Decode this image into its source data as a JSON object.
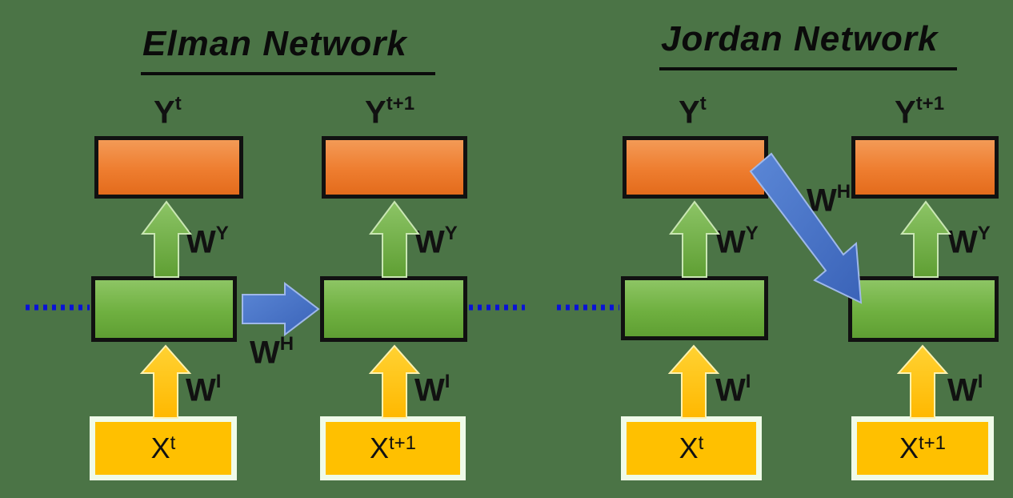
{
  "elman": {
    "title": "Elman Network",
    "out_left": {
      "label": "Y",
      "sup": "t"
    },
    "out_right": {
      "label": "Y",
      "sup": "t+1"
    },
    "w_up_left": {
      "label": "W",
      "sup": "Y"
    },
    "w_up_right": {
      "label": "W",
      "sup": "Y"
    },
    "w_recur": {
      "label": "W",
      "sup": "H"
    },
    "w_in_left": {
      "label": "W",
      "sup": "I"
    },
    "w_in_right": {
      "label": "W",
      "sup": "I"
    },
    "in_left": {
      "label": "X",
      "sup": "t"
    },
    "in_right": {
      "label": "X",
      "sup": "t+1"
    }
  },
  "jordan": {
    "title": "Jordan Network",
    "out_left": {
      "label": "Y",
      "sup": "t"
    },
    "out_right": {
      "label": "Y",
      "sup": "t+1"
    },
    "w_up_left": {
      "label": "W",
      "sup": "Y"
    },
    "w_up_right": {
      "label": "W",
      "sup": "Y"
    },
    "w_recur": {
      "label": "W",
      "sup": "H"
    },
    "w_in_left": {
      "label": "W",
      "sup": "I"
    },
    "w_in_right": {
      "label": "W",
      "sup": "I"
    },
    "in_left": {
      "label": "X",
      "sup": "t"
    },
    "in_right": {
      "label": "X",
      "sup": "t+1"
    }
  },
  "colors": {
    "background": "#4b7446",
    "output_box": "#ee7d2f",
    "hidden_box": "#6fb040",
    "input_box": "#ffc000",
    "up_arrow": "#70ad47",
    "input_arrow": "#ffc000",
    "recurrent_arrow": "#4472c4",
    "dotted_connector": "#0a12d6"
  }
}
